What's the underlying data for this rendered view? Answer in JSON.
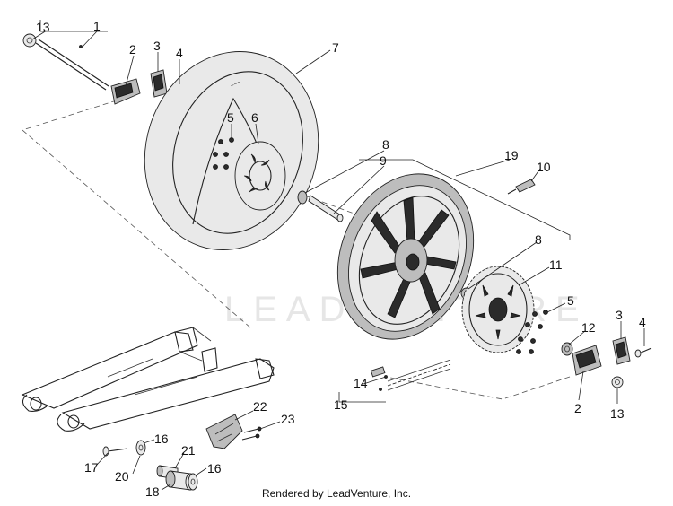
{
  "credit": "Rendered by LeadVenture, Inc.",
  "watermark": "LEADVENTURE",
  "callouts": {
    "c13a": "13",
    "c1": "1",
    "c2a": "2",
    "c3a": "3",
    "c4a": "4",
    "c7": "7",
    "c5a": "5",
    "c6": "6",
    "c8a": "8",
    "c9": "9",
    "c19": "19",
    "c10": "10",
    "c8b": "8",
    "c11": "11",
    "c5b": "5",
    "c12": "12",
    "c3b": "3",
    "c4b": "4",
    "c2b": "2",
    "c13b": "13",
    "c14": "14",
    "c15": "15",
    "c22": "22",
    "c23": "23",
    "c16a": "16",
    "c17": "17",
    "c20": "20",
    "c21": "21",
    "c16b": "16",
    "c18": "18"
  }
}
